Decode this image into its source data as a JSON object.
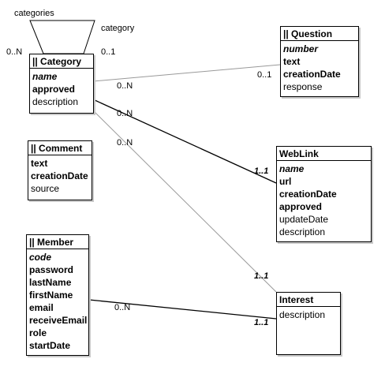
{
  "classes": {
    "category": {
      "title": "|| Category",
      "attrs": [
        {
          "text": "name",
          "style": "bi"
        },
        {
          "text": "approved",
          "style": "b"
        },
        {
          "text": "description",
          "style": ""
        }
      ]
    },
    "question": {
      "title": "|| Question",
      "attrs": [
        {
          "text": "number",
          "style": "bi"
        },
        {
          "text": "text",
          "style": "b"
        },
        {
          "text": "creationDate",
          "style": "b"
        },
        {
          "text": "response",
          "style": ""
        }
      ]
    },
    "comment": {
      "title": "|| Comment",
      "attrs": [
        {
          "text": "text",
          "style": "b"
        },
        {
          "text": "creationDate",
          "style": "b"
        },
        {
          "text": "source",
          "style": ""
        }
      ]
    },
    "weblink": {
      "title": "WebLink",
      "attrs": [
        {
          "text": "name",
          "style": "bi"
        },
        {
          "text": "url",
          "style": "b"
        },
        {
          "text": "creationDate",
          "style": "b"
        },
        {
          "text": "approved",
          "style": "b"
        },
        {
          "text": "updateDate",
          "style": ""
        },
        {
          "text": "description",
          "style": ""
        }
      ]
    },
    "member": {
      "title": "|| Member",
      "attrs": [
        {
          "text": "code",
          "style": "bi"
        },
        {
          "text": "password",
          "style": "b"
        },
        {
          "text": "lastName",
          "style": "b"
        },
        {
          "text": "firstName",
          "style": "b"
        },
        {
          "text": "email",
          "style": "b"
        },
        {
          "text": "receiveEmail",
          "style": "b"
        },
        {
          "text": "role",
          "style": "b"
        },
        {
          "text": "startDate",
          "style": "b"
        }
      ]
    },
    "interest": {
      "title": "Interest",
      "attrs": [
        {
          "text": "description",
          "style": ""
        }
      ]
    }
  },
  "self_association": {
    "label_parent": "categories",
    "label_child": "category",
    "mult_parent": "0..N",
    "mult_child": "0..1"
  },
  "associations": {
    "category_question": {
      "from_mult": "0..N",
      "to_mult": "0..1"
    },
    "category_weblink": {
      "from_mult": "0..N",
      "to_mult": "1..1"
    },
    "category_interest": {
      "from_mult": "0..N",
      "to_mult": "1..1"
    },
    "member_interest": {
      "from_mult": "0..N",
      "to_mult": "1..1"
    }
  }
}
